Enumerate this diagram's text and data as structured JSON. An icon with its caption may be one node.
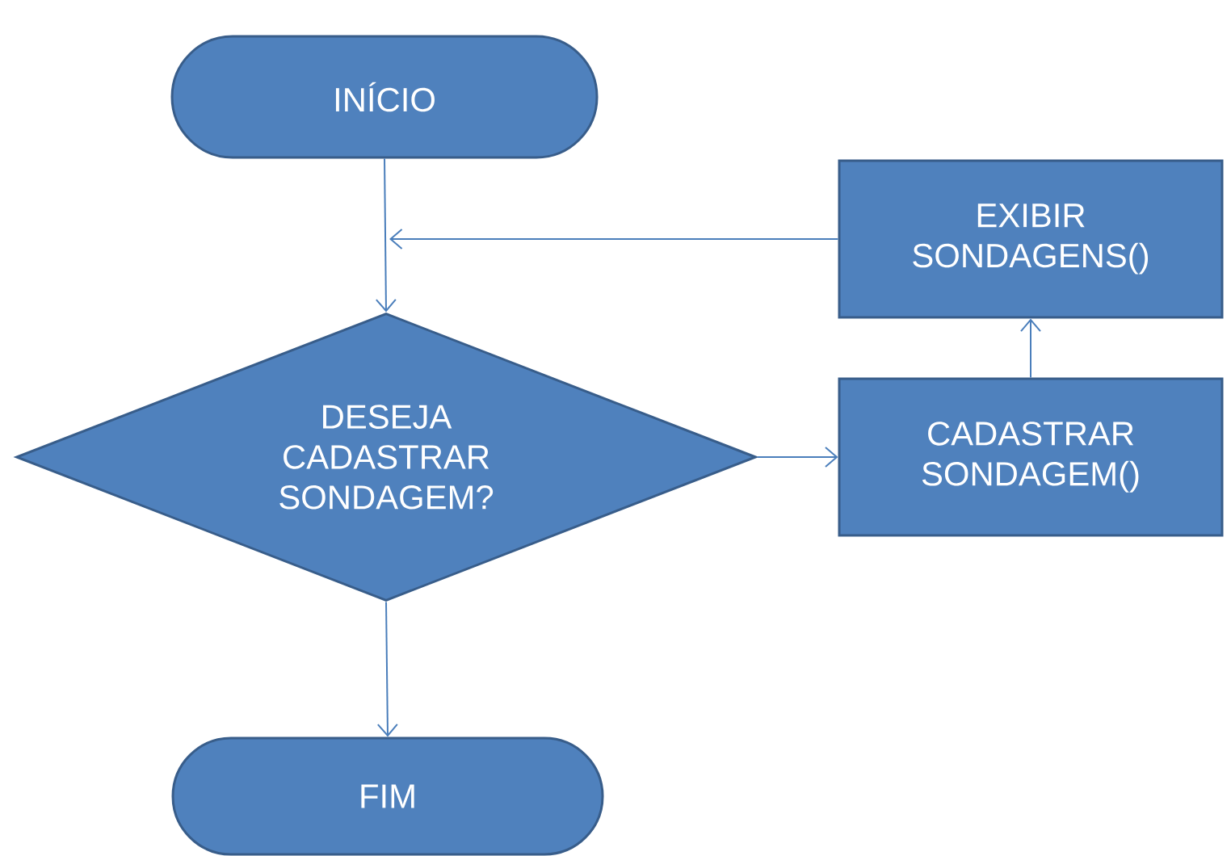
{
  "diagram": {
    "nodes": [
      {
        "text": [
          "INÍCIO"
        ]
      },
      {
        "text": [
          "DESEJA CADASTRAR SONDAGEM?"
        ]
      },
      {
        "text": [
          "EXIBIR SONDAGENS()"
        ]
      },
      {
        "text": [
          "CADASTRAR SONDAGEM()"
        ]
      },
      {
        "text": [
          "FIM"
        ]
      }
    ],
    "edges": [
      {
        "from": 0,
        "to": 1,
        "arrow": "to"
      },
      {
        "from": 1,
        "to": 3,
        "arrow": "to"
      },
      {
        "from": 3,
        "to": 2,
        "arrow": "to"
      },
      {
        "from": 2,
        "to": 1,
        "arrow": "to"
      },
      {
        "from": 1,
        "to": 4,
        "arrow": "to"
      }
    ]
  }
}
